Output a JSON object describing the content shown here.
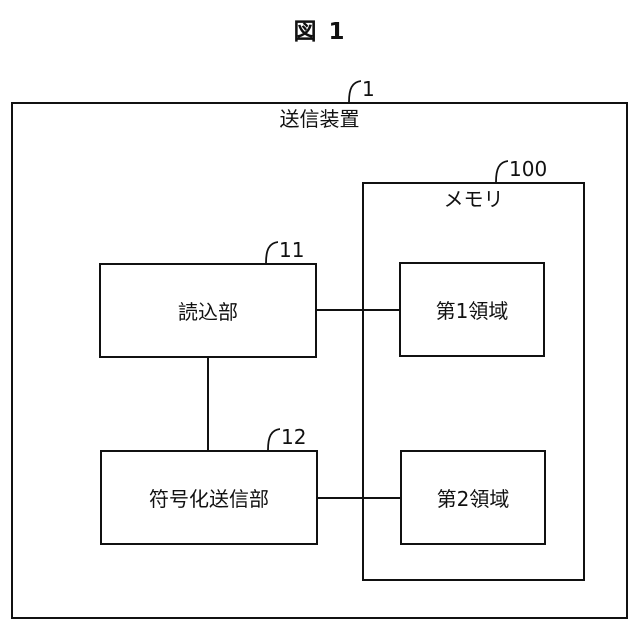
{
  "figure": {
    "title": "図 1"
  },
  "outer_box": {
    "label": "送信装置",
    "ref": "1"
  },
  "memory_box": {
    "label": "メモリ",
    "ref": "100"
  },
  "blocks": [
    {
      "id": "reader",
      "label": "読込部",
      "ref": "11"
    },
    {
      "id": "encoder",
      "label": "符号化送信部",
      "ref": "12"
    },
    {
      "id": "area1",
      "label": "第1領域",
      "ref": ""
    },
    {
      "id": "area2",
      "label": "第2領域",
      "ref": ""
    }
  ],
  "connections": [
    {
      "from": "読込部",
      "to": "第1領域",
      "style": "plain-line"
    },
    {
      "from": "符号化送信部",
      "to": "第2領域",
      "style": "plain-line"
    },
    {
      "from": "読込部",
      "to": "符号化送信部",
      "style": "plain-line"
    }
  ],
  "colors": {
    "line": "#111111",
    "text": "#111111",
    "background": "#ffffff"
  }
}
